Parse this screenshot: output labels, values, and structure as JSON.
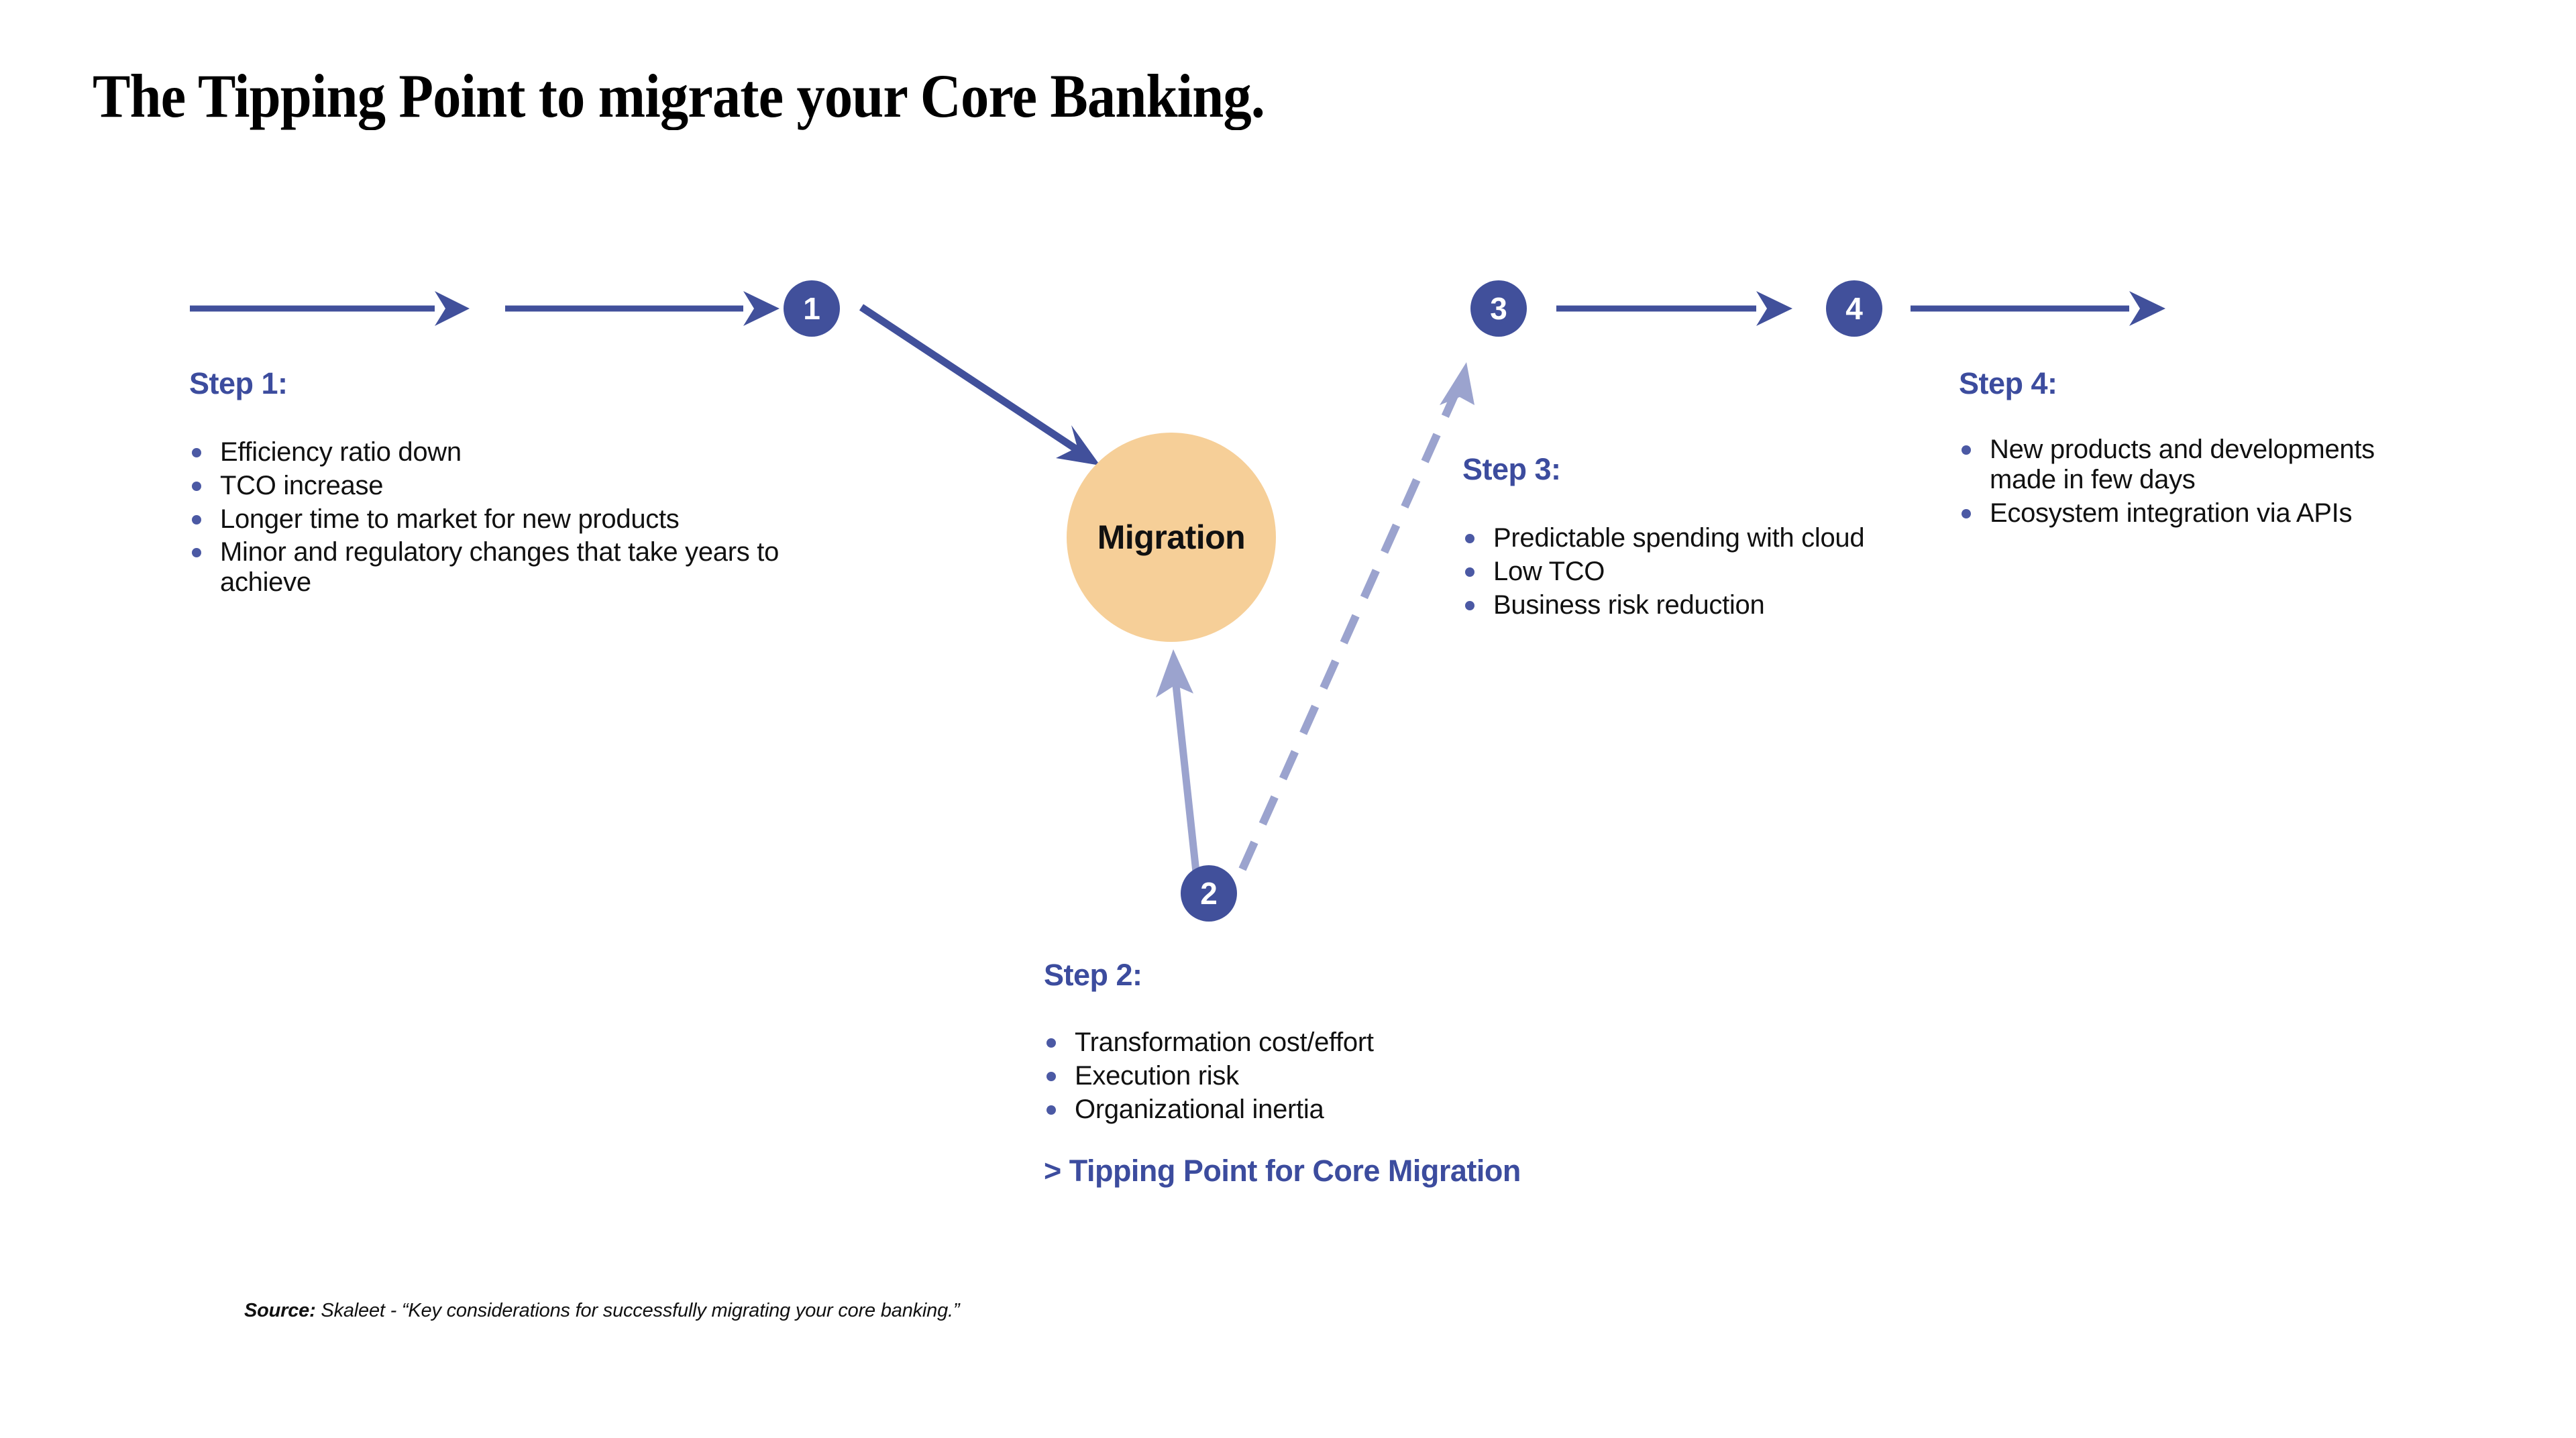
{
  "page": {
    "title": "The Tipping Point to migrate your Core Banking.",
    "background_color": "#FFFFFF"
  },
  "colors": {
    "accent_blue": "#41509B",
    "heading_blue": "#3C4C9E",
    "bullet_blue": "#4B59A4",
    "light_blue": "#9BA3CE",
    "hub_orange": "#F6CF98",
    "text_black": "#111111"
  },
  "hub": {
    "label": "Migration",
    "fill": "#F6CF98"
  },
  "nodes": [
    {
      "id": "node-1",
      "label": "1"
    },
    {
      "id": "node-2",
      "label": "2"
    },
    {
      "id": "node-3",
      "label": "3"
    },
    {
      "id": "node-4",
      "label": "4"
    }
  ],
  "steps": [
    {
      "id": "step-1",
      "heading": "Step 1:",
      "items": [
        "Efficiency ratio down",
        "TCO increase",
        "Longer time to market for new products",
        "Minor and regulatory changes that take years to achieve"
      ]
    },
    {
      "id": "step-2",
      "heading": "Step 2:",
      "items": [
        "Transformation cost/effort",
        "Execution risk",
        "Organizational inertia"
      ]
    },
    {
      "id": "step-3",
      "heading": "Step 3:",
      "items": [
        "Predictable spending with cloud",
        "Low TCO",
        "Business risk reduction"
      ]
    },
    {
      "id": "step-4",
      "heading": "Step 4:",
      "items": [
        "New products and developments made in few days",
        "Ecosystem integration via APIs"
      ]
    }
  ],
  "callout": {
    "tipping_point": "> Tipping Point for Core Migration"
  },
  "source": {
    "label": "Source:",
    "text": " Skaleet - “Key considerations for successfully migrating your core banking.”"
  },
  "connectors": [
    {
      "name": "timeline-arrow-1",
      "style": "solid",
      "color": "#41509B"
    },
    {
      "name": "timeline-arrow-2",
      "style": "solid",
      "color": "#41509B"
    },
    {
      "name": "node1-to-migration-arrow",
      "style": "solid",
      "color": "#41509B"
    },
    {
      "name": "node2-to-migration-arrow",
      "style": "solid",
      "color": "#9BA3CE"
    },
    {
      "name": "node2-to-node3-dashed-arrow",
      "style": "dashed",
      "color": "#9BA3CE"
    },
    {
      "name": "timeline-arrow-3",
      "style": "solid",
      "color": "#41509B"
    },
    {
      "name": "timeline-arrow-4",
      "style": "solid",
      "color": "#41509B"
    }
  ]
}
